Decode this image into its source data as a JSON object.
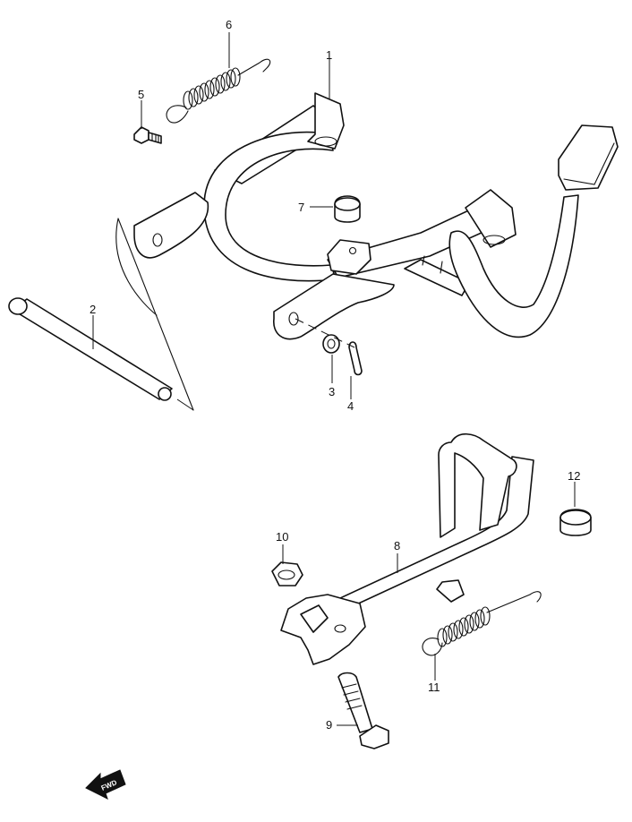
{
  "diagram": {
    "labels": {
      "p1": "1",
      "p2": "2",
      "p3": "3",
      "p4": "4",
      "p5": "5",
      "p6": "6",
      "p7": "7",
      "p8": "8",
      "p9": "9",
      "p10": "10",
      "p11": "11",
      "p12": "12"
    },
    "direction_marker": "FWD"
  }
}
